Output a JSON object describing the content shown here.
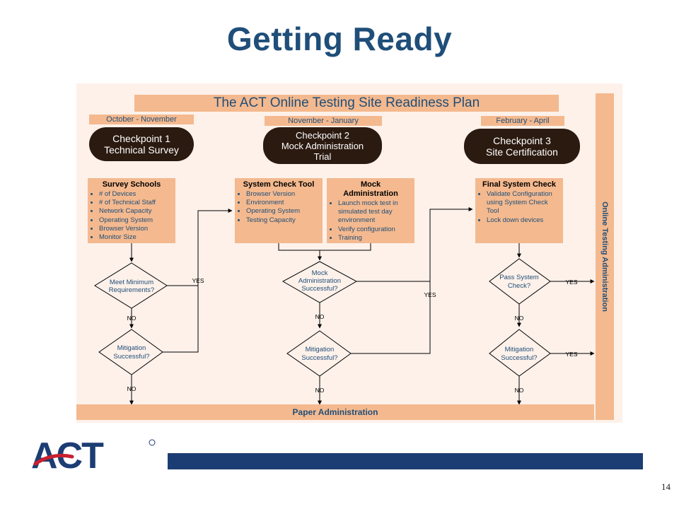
{
  "slide": {
    "title": "Getting Ready",
    "page_number": "14",
    "logo_text": "ACT"
  },
  "diagram": {
    "banner": "The ACT Online Testing Site Readiness Plan",
    "checkpoints": [
      {
        "date": "October - November",
        "line1": "Checkpoint 1",
        "line2": "Technical Survey",
        "line3": ""
      },
      {
        "date": "November - January",
        "line1": "Checkpoint 2",
        "line2": "Mock Administration",
        "line3": "Trial"
      },
      {
        "date": "February - April",
        "line1": "Checkpoint 3",
        "line2": "Site Certification",
        "line3": ""
      }
    ],
    "boxes": {
      "survey": {
        "title": "Survey Schools",
        "items": [
          "# of Devices",
          "# of Technical Staff",
          "Network Capacity",
          "Operating System",
          "Browser Version",
          "Monitor Size"
        ]
      },
      "system_check": {
        "title": "System Check Tool",
        "items": [
          "Browser Version",
          "Environment",
          "Operating System",
          "Testing Capacity"
        ]
      },
      "mock": {
        "title1": "Mock",
        "title2": "Administration",
        "items": [
          "Launch mock test in simulated test day environment",
          "Verify configuration",
          "Training"
        ]
      },
      "final": {
        "title": "Final System Check",
        "items": [
          "Validate Configuration using System Check Tool",
          "Lock down devices"
        ]
      }
    },
    "decisions": {
      "d1a": [
        "Meet Minimum",
        "Requirements?"
      ],
      "d1b": [
        "Mitigation",
        "Successful?"
      ],
      "d2a": [
        "Mock",
        "Administration",
        "Successful?"
      ],
      "d2b": [
        "Mitigation",
        "Successful?"
      ],
      "d3a": [
        "Pass System",
        "Check?"
      ],
      "d3b": [
        "Mitigation",
        "Successful?"
      ]
    },
    "labels": {
      "yes": "YES",
      "no": "NO"
    },
    "paper": "Paper Administration",
    "online": "Online Testing Administration"
  },
  "colors": {
    "title": "#1f4e79",
    "box": "#f4b98e",
    "checkpoint": "#2b1a10",
    "bar": "#1c3d73",
    "logo_red": "#c8202f"
  }
}
